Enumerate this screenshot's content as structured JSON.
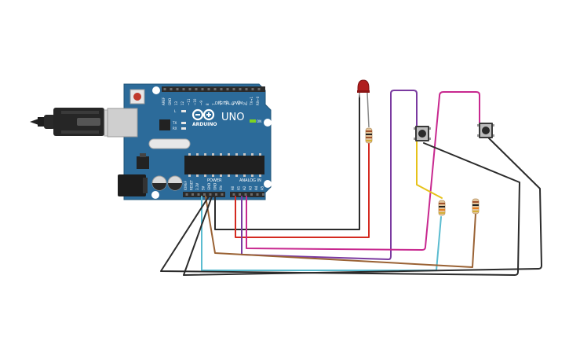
{
  "board": {
    "brand": "ARDUINO",
    "model": "UNO",
    "digital_header_label": "DIGITAL (PWM~)",
    "power_header_label": "POWER",
    "analog_header_label": "ANALOG IN",
    "on_label": "ON",
    "tx_label": "TX",
    "rx_label": "RX",
    "l_label": "L",
    "digital_pins": [
      "AREF",
      "GND",
      "13",
      "12",
      "~11",
      "~10",
      "~9",
      "8",
      "7",
      "~6",
      "~5",
      "4",
      "~3",
      "2",
      "TX→1",
      "RX←0"
    ],
    "power_pins": [
      "IOREF",
      "RESET",
      "3.3V",
      "5V",
      "GND",
      "GND",
      "Vin"
    ],
    "analog_pins": [
      "A0",
      "A1",
      "A2",
      "A3",
      "A4",
      "A5"
    ]
  },
  "components": {
    "led": "red-led",
    "resistors": [
      "resistor-led",
      "resistor-button-1",
      "resistor-button-2"
    ],
    "buttons": [
      "pushbutton-1",
      "pushbutton-2"
    ]
  },
  "colors": {
    "board": "#2c6b9a",
    "board_dark": "#245a82",
    "header": "#2b2b2b",
    "wire_red": "#d42a20",
    "wire_black": "#2b2b2b",
    "wire_purple": "#7a3aa0",
    "wire_magenta": "#c8288f",
    "wire_yellow": "#e6c21a",
    "wire_cyan": "#5bbcd0",
    "wire_brown": "#9a6234"
  }
}
